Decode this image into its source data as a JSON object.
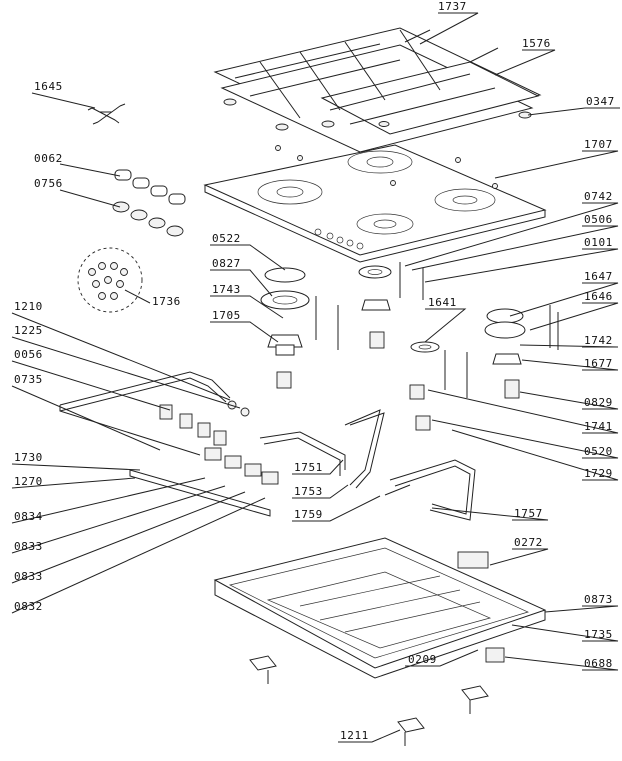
{
  "labels": {
    "l1737": "1737",
    "l1576": "1576",
    "l1645": "1645",
    "l0347": "0347",
    "l0062": "0062",
    "l0756": "0756",
    "l1707": "1707",
    "l0742": "0742",
    "l0506": "0506",
    "l0101": "0101",
    "l0522": "0522",
    "l0827": "0827",
    "l1743": "1743",
    "l1736": "1736",
    "l1705": "1705",
    "l1647": "1647",
    "l1646": "1646",
    "l1641": "1641",
    "l1742": "1742",
    "l1677": "1677",
    "l1210": "1210",
    "l1225": "1225",
    "l0056": "0056",
    "l0735": "0735",
    "l0829": "0829",
    "l1741": "1741",
    "l0520": "0520",
    "l1729": "1729",
    "l1730": "1730",
    "l1270": "1270",
    "l1751": "1751",
    "l1753": "1753",
    "l1759": "1759",
    "l1757": "1757",
    "l0834": "0834",
    "l0833a": "0833",
    "l0833b": "0833",
    "l0832": "0832",
    "l0272": "0272",
    "l0873": "0873",
    "l1735": "1735",
    "l0209": "0209",
    "l0688": "0688",
    "l1211": "1211"
  }
}
